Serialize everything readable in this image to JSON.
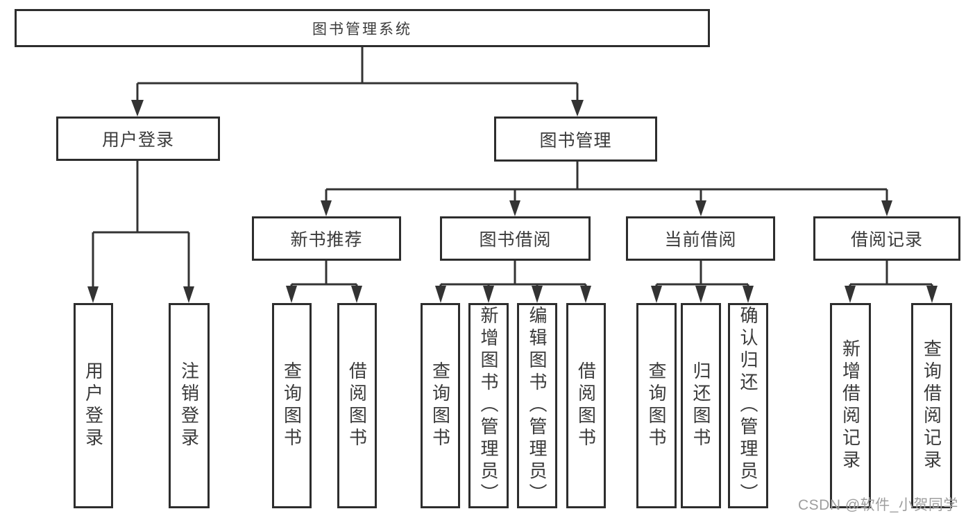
{
  "tree": {
    "label": "图书管理系统",
    "children": [
      {
        "label": "用户登录",
        "children": [
          {
            "label": "用户登录"
          },
          {
            "label": "注销登录"
          }
        ]
      },
      {
        "label": "图书管理",
        "children": [
          {
            "label": "新书推荐",
            "children": [
              {
                "label": "查询图书"
              },
              {
                "label": "借阅图书"
              }
            ]
          },
          {
            "label": "图书借阅",
            "children": [
              {
                "label": "查询图书"
              },
              {
                "label": "新增图书（管理员）"
              },
              {
                "label": "编辑图书（管理员）"
              },
              {
                "label": "借阅图书"
              }
            ]
          },
          {
            "label": "当前借阅",
            "children": [
              {
                "label": "查询图书"
              },
              {
                "label": "归还图书"
              },
              {
                "label": "确认归还（管理员）"
              }
            ]
          },
          {
            "label": "借阅记录",
            "children": [
              {
                "label": "新增借阅记录"
              },
              {
                "label": "查询借阅记录"
              }
            ]
          }
        ]
      }
    ]
  },
  "watermark": "CSDN @软件_小贺同学",
  "colors": {
    "line": "#333333",
    "border": "#2d2d2d",
    "fill": "#ffffff",
    "text": "#3a3a3a",
    "watermark": "#9e9e9e",
    "background": "#ffffff"
  }
}
